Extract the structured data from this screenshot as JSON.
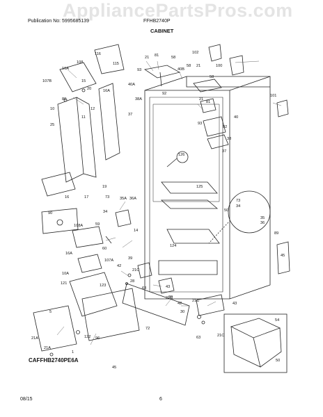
{
  "header": {
    "watermark": "AppliancePartsPros.com",
    "publication": "Publication No: 5995685139",
    "model": "FFHB2740P",
    "section_title": "CABINET"
  },
  "diagram": {
    "figure_code": "CAFFHB2740PE6A",
    "callouts": [
      "116",
      "115",
      "108",
      "16A",
      "107B",
      "15",
      "20",
      "16A",
      "80",
      "12",
      "10",
      "25",
      "11",
      "16",
      "17",
      "19",
      "21",
      "81",
      "58",
      "93",
      "40B",
      "58",
      "21",
      "102",
      "100",
      "101",
      "40A",
      "92",
      "38A",
      "37",
      "21",
      "81",
      "58",
      "40",
      "92",
      "93",
      "38",
      "37",
      "126",
      "125",
      "73",
      "35A",
      "36A",
      "34",
      "59",
      "14",
      "90",
      "108A",
      "60",
      "39",
      "16A",
      "107A",
      "10A",
      "121",
      "123",
      "42",
      "21C",
      "28",
      "63",
      "43",
      "21C",
      "5",
      "21A",
      "122",
      "96",
      "21A",
      "1",
      "45",
      "72",
      "39",
      "42",
      "21C",
      "30",
      "63",
      "43",
      "21C",
      "73",
      "34",
      "50",
      "36",
      "35",
      "89",
      "124",
      "45",
      "54",
      "50"
    ]
  },
  "footer": {
    "date": "08/15",
    "page": "6"
  }
}
